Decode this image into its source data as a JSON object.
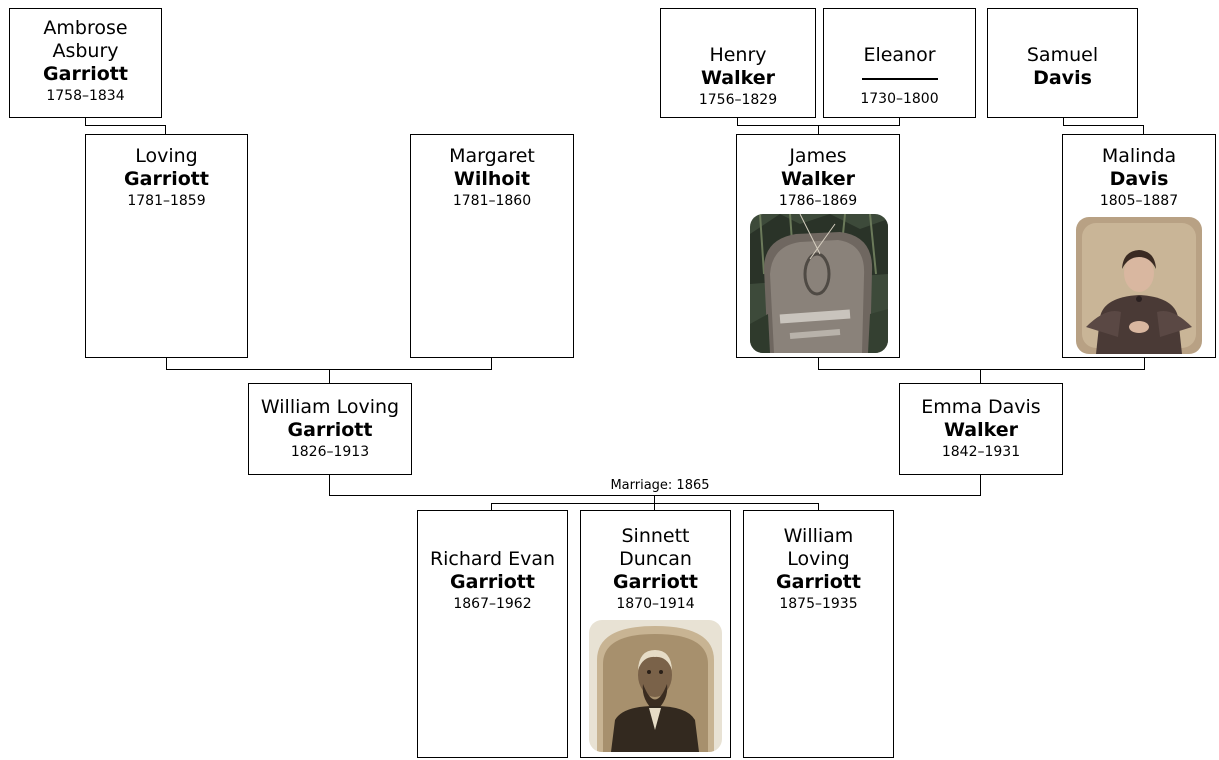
{
  "people": {
    "ambrose": {
      "given": "Ambrose Asbury",
      "surname": "Garriott",
      "dates": "1758–1834"
    },
    "henry": {
      "given": "Henry",
      "surname": "Walker",
      "dates": "1756–1829"
    },
    "eleanor": {
      "given": "Eleanor",
      "dates": "1730–1800"
    },
    "samuel": {
      "given": "Samuel",
      "surname": "Davis"
    },
    "loving": {
      "given": "Loving",
      "surname": "Garriott",
      "dates": "1781–1859"
    },
    "margaret": {
      "given": "Margaret",
      "surname": "Wilhoit",
      "dates": "1781–1860"
    },
    "james": {
      "given": "James",
      "surname": "Walker",
      "dates": "1786–1869",
      "photo": "gravestone-photo"
    },
    "malinda": {
      "given": "Malinda",
      "surname": "Davis",
      "dates": "1805–1887",
      "photo": "portrait-photo"
    },
    "william_sr": {
      "given": "William Loving",
      "surname": "Garriott",
      "dates": "1826–1913"
    },
    "emma": {
      "given": "Emma Davis",
      "surname": "Walker",
      "dates": "1842–1931"
    },
    "richard": {
      "given": "Richard Evan",
      "surname": "Garriott",
      "dates": "1867–1962"
    },
    "sinnett": {
      "given": "Sinnett Duncan",
      "surname": "Garriott",
      "dates": "1870–1914",
      "photo": "portrait-photo"
    },
    "william_jr": {
      "given": "William Loving",
      "surname": "Garriott",
      "dates": "1875–1935"
    }
  },
  "marriage_label": "Marriage: 1865",
  "colors": {
    "border": "#000000",
    "background": "#ffffff"
  }
}
